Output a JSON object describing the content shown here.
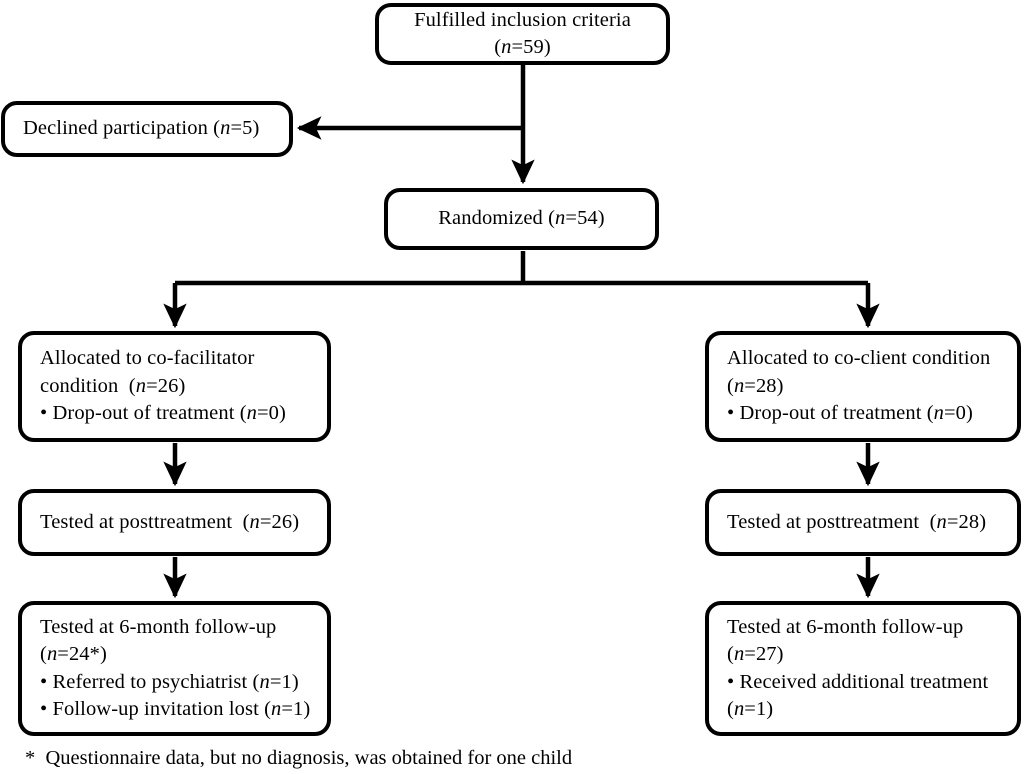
{
  "diagram": {
    "type": "flowchart",
    "title": "CONSORT participant flow diagram",
    "line_color": "#000000",
    "box_fill": "#ffffff",
    "nodes": {
      "inclusion": {
        "label": "Fulfilled inclusion criteria (n=59)",
        "line1": "Fulfilled inclusion criteria",
        "line2_pre": "(",
        "line2_n": "n",
        "line2_post": "=59)",
        "count": 59
      },
      "declined": {
        "label": "Declined participation (n=5)",
        "pre": "Declined participation (",
        "n": "n",
        "post": "=5)",
        "count": 5
      },
      "randomized": {
        "label": "Randomized (n=54)",
        "pre": "Randomized (",
        "n": "n",
        "post": "=54)",
        "count": 54
      },
      "alloc_left": {
        "label": "Allocated to co-facilitator condition (n=26) • Drop-out of treatment (n=0)",
        "line1": "Allocated to co-facilitator",
        "line2_pre": "condition  (",
        "line2_n": "n",
        "line2_post": "=26)",
        "line3_pre": "• Drop-out of treatment (",
        "line3_n": "n",
        "line3_post": "=0)",
        "count": 26,
        "dropout": 0
      },
      "alloc_right": {
        "label": "Allocated to co-client condition (n=28) • Drop-out of treatment (n=0)",
        "line1": "Allocated to co-client condition",
        "line2_pre": "(",
        "line2_n": "n",
        "line2_post": "=28)",
        "line3_pre": "• Drop-out of treatment (",
        "line3_n": "n",
        "line3_post": "=0)",
        "count": 28,
        "dropout": 0
      },
      "post_left": {
        "label": "Tested at posttreatment (n=26)",
        "pre": "Tested at posttreatment  (",
        "n": "n",
        "post": "=26)",
        "count": 26
      },
      "post_right": {
        "label": "Tested at posttreatment (n=28)",
        "pre": "Tested at posttreatment  (",
        "n": "n",
        "post": "=28)",
        "count": 28
      },
      "follow_left": {
        "label": "Tested at 6-month follow-up (n=24*) • Referred to psychiatrist (n=1) • Follow-up invitation lost (n=1)",
        "line1": "Tested at 6-month follow-up",
        "line2_pre": "(",
        "line2_n": "n",
        "line2_post": "=24*)",
        "line3_pre": "• Referred to psychiatrist (",
        "line3_n": "n",
        "line3_post": "=1)",
        "line4_pre": "• Follow-up invitation lost (",
        "line4_n": "n",
        "line4_post": "=1)",
        "count": 24,
        "referred": 1,
        "invitation_lost": 1
      },
      "follow_right": {
        "label": "Tested at 6-month follow-up (n=27) • Received additional treatment (n=1)",
        "line1": "Tested at 6-month follow-up",
        "line2_pre": "(",
        "line2_n": "n",
        "line2_post": "=27)",
        "line3": "• Received additional treatment",
        "line4_pre": "(",
        "line4_n": "n",
        "line4_post": "=1)",
        "count": 27,
        "additional_treatment": 1
      }
    },
    "footnote": "*  Questionnaire data, but no diagnosis, was obtained for one child"
  }
}
